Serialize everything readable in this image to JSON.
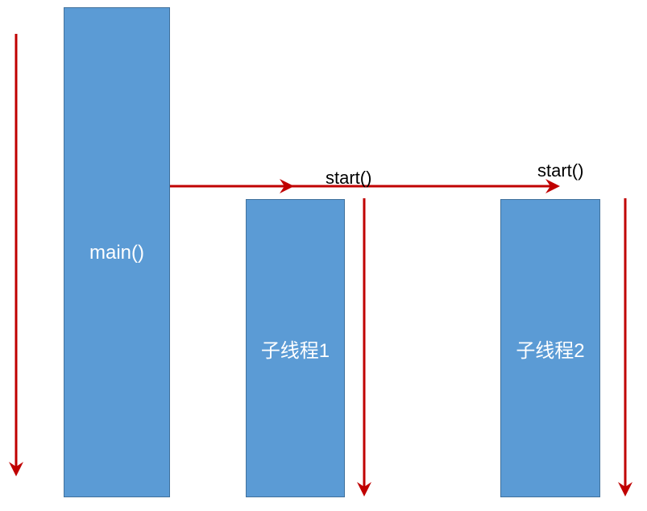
{
  "colors": {
    "box_fill": "#5b9bd5",
    "box_border": "#41719c",
    "arrow": "#c00000",
    "box_text": "#ffffff",
    "call_text": "#000000"
  },
  "main_thread": {
    "label": "main()"
  },
  "threads": [
    {
      "label": "子线程1",
      "call_label": "start()"
    },
    {
      "label": "子线程2",
      "call_label": "start()"
    }
  ]
}
